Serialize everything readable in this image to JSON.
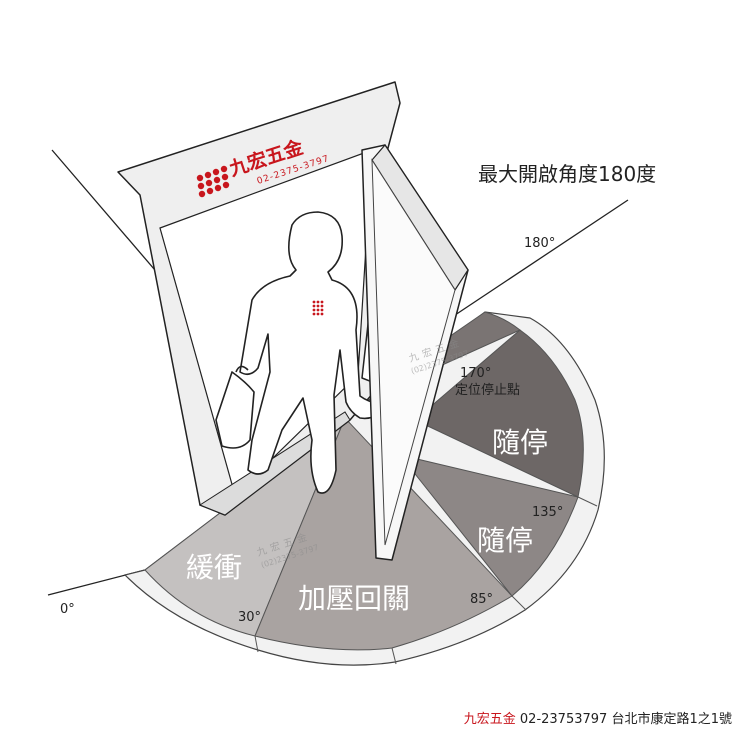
{
  "title": "最大開啟角度180度",
  "brand": {
    "name": "九宏五金",
    "phone": "02-2375-3797",
    "accent_color": "#c8161d",
    "watermark_phone": "(02)2375-3797"
  },
  "angles": {
    "a0": "0°",
    "a30": "30°",
    "a85": "85°",
    "a135": "135°",
    "a170": "170°",
    "a180": "180°"
  },
  "zones": {
    "buffer": "緩衝",
    "pressure_close": "加壓回關",
    "hold_1": "隨停",
    "hold_2": "隨停",
    "stop_point": "定位停止點"
  },
  "footer": {
    "brand": "九宏五金",
    "phone": "02-23753797",
    "address": "台北市康定路1之1號"
  }
}
